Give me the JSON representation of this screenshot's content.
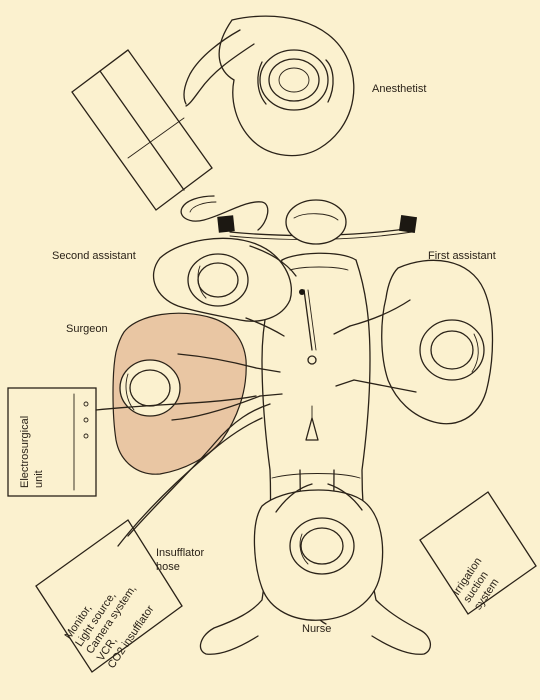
{
  "labels": {
    "anesthetist": "Anesthetist",
    "second_assistant": "Second assistant",
    "first_assistant": "First assistant",
    "surgeon": "Surgeon",
    "insufflator_hose": [
      "Insufflator",
      "hose"
    ],
    "nurse": "Nurse"
  },
  "boxes": {
    "electrosurgical": [
      "Electrosurgical",
      "unit"
    ],
    "monitor": [
      "Monitor,",
      "Light source,",
      "Camera system,",
      "VCR,",
      "CO2 insufflator"
    ],
    "irrigation": [
      "Irrigation",
      "suction",
      "system"
    ]
  },
  "colors": {
    "background": "#fbf1cf",
    "line": "#2a2218",
    "surgeon_gown": "#e9c6a3"
  }
}
